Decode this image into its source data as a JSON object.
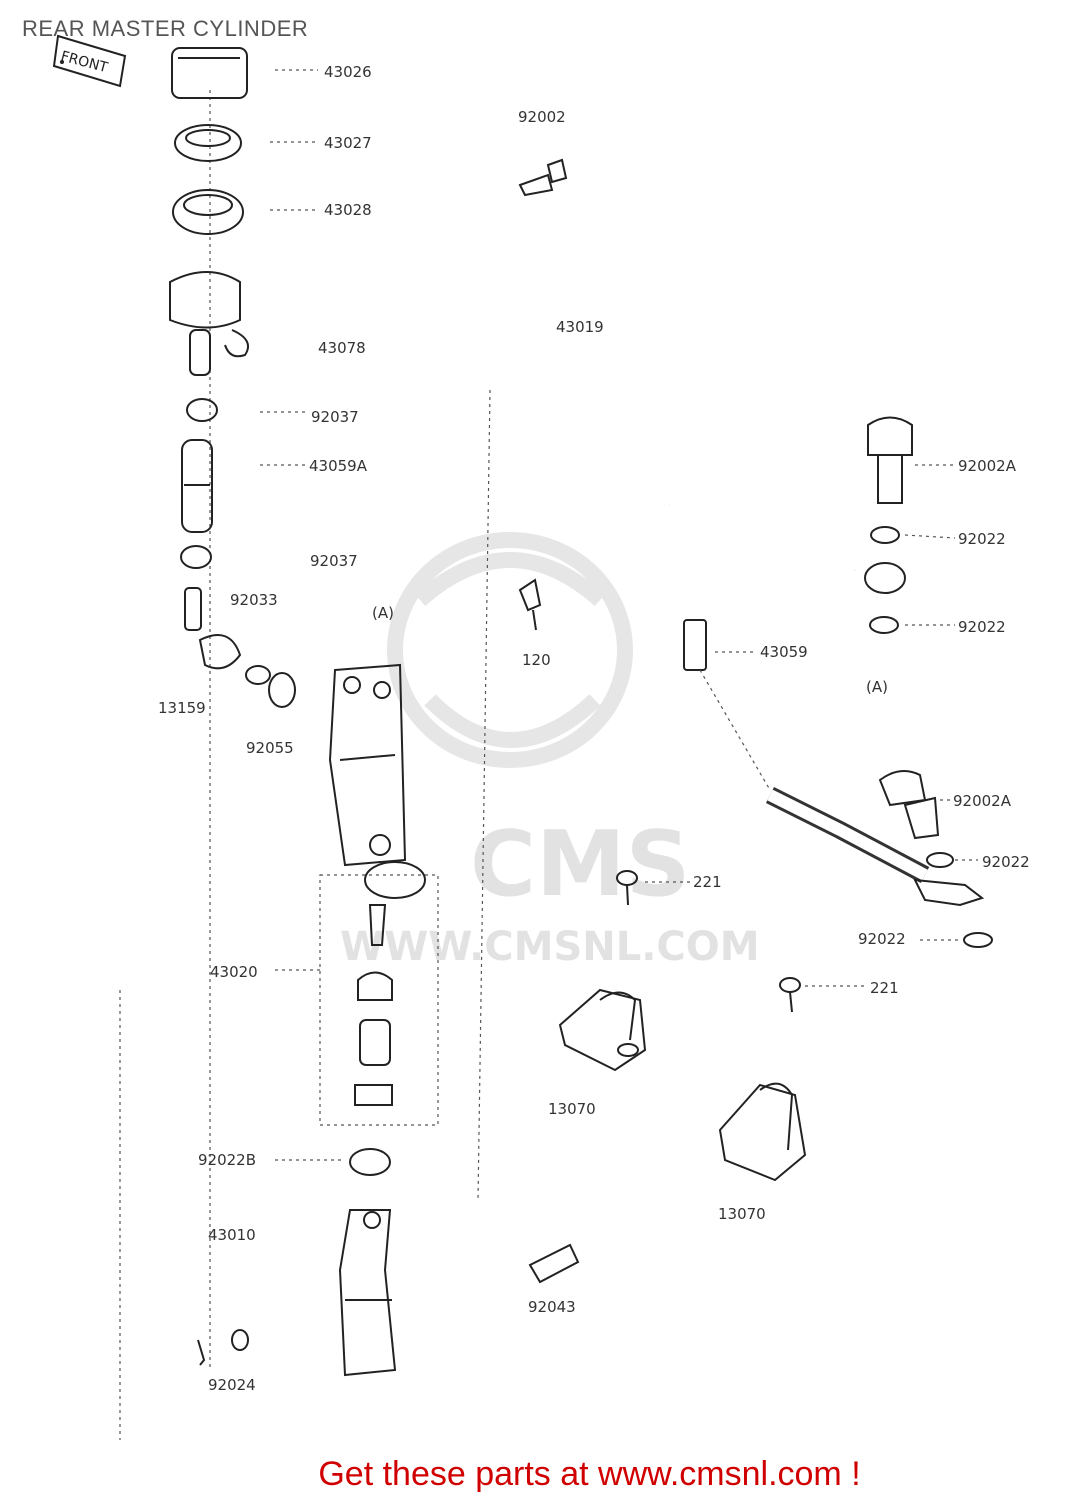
{
  "title": "REAR MASTER CYLINDER",
  "footer": {
    "text": "Get these parts at www.cmsnl.com !"
  },
  "front_tag": "FRONT",
  "watermark": {
    "logo_text": "CMS",
    "url_text": "WWW.CMSNL.COM"
  },
  "labels": {
    "p43026": "43026",
    "p43027": "43027",
    "p43028": "43028",
    "p43078": "43078",
    "p92037_a": "92037",
    "p43059A": "43059A",
    "p92037_b": "92037",
    "p92033": "92033",
    "p13159": "13159",
    "p92055": "92055",
    "p43020": "43020",
    "p92022B": "92022B",
    "p43010": "43010",
    "p92024": "92024",
    "p92002": "92002",
    "p43019": "43019",
    "p120": "120",
    "ref_a_left": "(A)",
    "p221_a": "221",
    "p13070_a": "13070",
    "p92043": "92043",
    "p92002A_a": "92002A",
    "p92022_a": "92022",
    "p92022_b": "92022",
    "p43059": "43059",
    "ref_a_right": "(A)",
    "p92002A_b": "92002A",
    "p92022_c": "92022",
    "p92022_d": "92022",
    "p221_b": "221",
    "p13070_b": "13070"
  }
}
